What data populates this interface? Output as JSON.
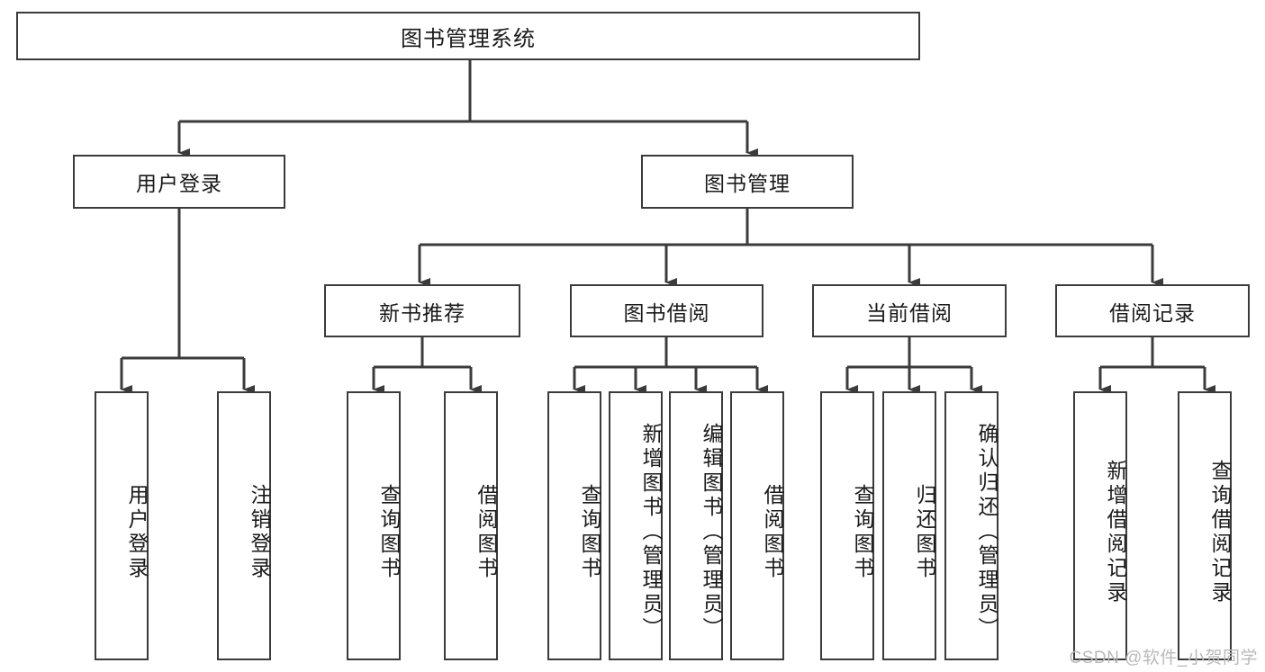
{
  "diagram": {
    "title": "图书管理系统",
    "type": "tree",
    "root": {
      "label": "图书管理系统"
    },
    "level2": [
      {
        "label": "用户登录"
      },
      {
        "label": "图书管理"
      }
    ],
    "level3": [
      {
        "label": "新书推荐"
      },
      {
        "label": "图书借阅"
      },
      {
        "label": "当前借阅"
      },
      {
        "label": "借阅记录"
      }
    ],
    "leaves": {
      "user_login": [
        {
          "label": "用户登录"
        },
        {
          "label": "注销登录"
        }
      ],
      "new_book_recommend": [
        {
          "label": "查询图书"
        },
        {
          "label": "借阅图书"
        }
      ],
      "book_borrow": [
        {
          "label": "查询图书"
        },
        {
          "label": "新增图书（管理员）"
        },
        {
          "label": "编辑图书（管理员）"
        },
        {
          "label": "借阅图书"
        }
      ],
      "current_borrow": [
        {
          "label": "查询图书"
        },
        {
          "label": "归还图书"
        },
        {
          "label": "确认归还（管理员）"
        }
      ],
      "borrow_records": [
        {
          "label": "新增借阅记录"
        },
        {
          "label": "查询借阅记录"
        }
      ]
    }
  },
  "watermark": {
    "text": "CSDN @软件_小贺同学"
  },
  "colors": {
    "stroke": "#3b3b3b",
    "background": "#ffffff",
    "text": "#1a1a1a",
    "watermark": "#b9b9b9"
  }
}
